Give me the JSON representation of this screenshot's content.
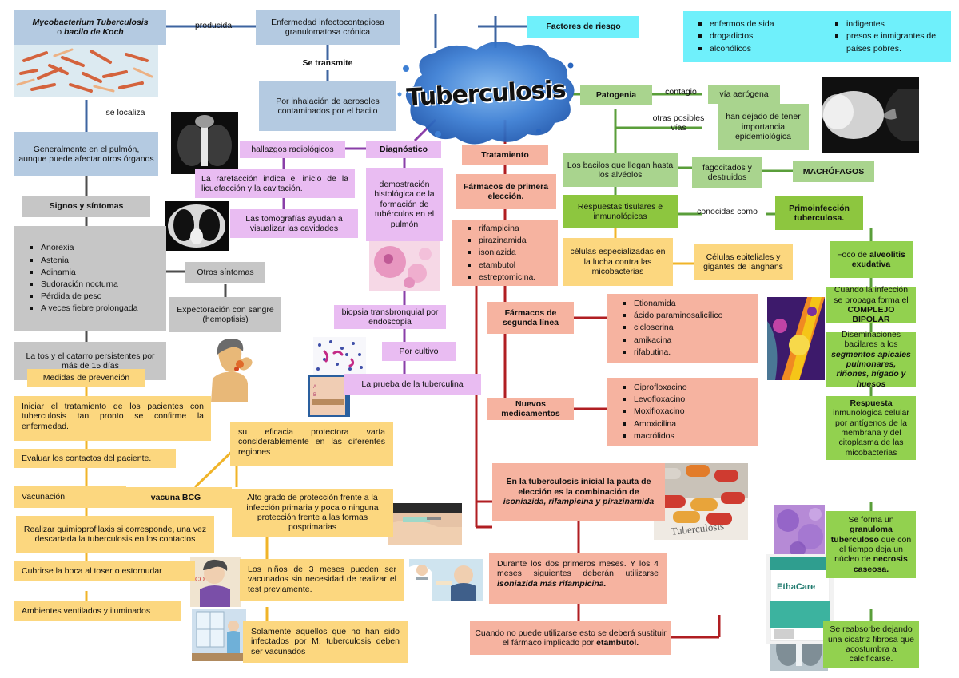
{
  "title": "Tuberculosis",
  "colors": {
    "blue": "#b4cae1",
    "cyan": "#6ff0fb",
    "gray": "#c6c6c6",
    "violet": "#e9bcf2",
    "salmon": "#f6b3a0",
    "green_light": "#a9d48e",
    "green_mid": "#8dc63f",
    "green_right": "#92d14f",
    "yellow": "#fcd77f",
    "connector_blue": "#3e64a0",
    "connector_green": "#5a9e3a",
    "connector_violet": "#8a3fa8",
    "connector_red": "#b01e22",
    "connector_yellow": "#f0b429",
    "connector_gray": "#4d4d4d"
  },
  "etiology": {
    "agent": "Mycobacterium Tuberculosis o bacilo de Koch",
    "agent_line1": "Mycobacterium Tuberculosis",
    "agent_line2": "o bacilo de Koch",
    "link_producida": "producida",
    "disease_line1": "Enfermedad infectocontagiosa",
    "disease_line2": "granulomatosa crónica",
    "link_transmite": "Se transmite",
    "transmission": "Por inhalación de aerosoles contaminados por el bacilo",
    "link_localiza": "se localiza",
    "location": "Generalmente en el pulmón, aunque puede afectar otros órganos"
  },
  "signs": {
    "header": "Signos y síntomas",
    "items": [
      "Anorexia",
      "Astenia",
      "Adinamia",
      "Sudoración nocturna",
      "Pérdida de peso",
      "A veces fiebre prolongada"
    ],
    "cough": "La tos y el catarro persistentes por más de 15 días",
    "others_header": "Otros síntomas",
    "others_item": "Expectoración con sangre (hemoptisis)"
  },
  "risk": {
    "header": "Factores de riesgo",
    "group1": [
      "enfermos de sida",
      "drogadictos",
      "alcohólicos"
    ],
    "group2": [
      "indigentes",
      "presos e inmigrantes de países pobres."
    ]
  },
  "diagnosis": {
    "header": "Diagnóstico",
    "radiology_label": "hallazgos radiológicos",
    "rarefaction": "La rarefacción indica el inicio de la licuefacción y la cavitación.",
    "tomography": "Las tomografías ayudan a visualizar las cavidades",
    "histology": "demostración histológica de la formación de tubérculos en el pulmón",
    "biopsy": "biopsia transbronquial por endoscopia",
    "culture": "Por cultivo",
    "tuberculin": "La prueba de la tuberculina"
  },
  "treatment": {
    "header": "Tratamiento",
    "first_line_header": "Fármacos de primera elección.",
    "first_line": [
      "rifampicina",
      "pirazinamida",
      "isoniazida",
      "etambutol",
      "estreptomicina."
    ],
    "second_line_header": "Fármacos de segunda línea",
    "second_line": [
      "Etionamida",
      "ácido paraminosalicílico",
      "cicloserina",
      "amikacina",
      "rifabutina."
    ],
    "new_drugs_header": "Nuevos medicamentos",
    "new_drugs": [
      "Ciprofloxacino",
      "Levofloxacino",
      "Moxifloxacino",
      "Amoxicilina",
      "macrólidos"
    ],
    "scheme1_a": "En la tuberculosis inicial la pauta de elección es la combinación de ",
    "scheme1_b": "isoniazida, rifampicina y pirazinamida",
    "scheme2_a": "Durante los dos primeros meses. Y los 4 meses siguientes deberán utilizarse ",
    "scheme2_b": "isoniazida más rifampicina.",
    "scheme3_a": "Cuando no puede utilizarse esto se deberá sustituir el fármaco implicado por ",
    "scheme3_b": "etambutol."
  },
  "pathogeny": {
    "header": "Patogenia",
    "link_contagio": "contagio",
    "airway": "vía aerógena",
    "link_other_ways": "otras posibles vías",
    "other_ways": "han dejado de tener importancia epidemiológica",
    "bacilli": "Los bacilos que llegan hasta los alvéolos",
    "link_phago": "fagocitados y destruidos",
    "macrophages": "MACRÓFAGOS",
    "responses": "Respuestas tisulares e inmunológicas",
    "link_known_as": "conocidas como",
    "primo": "Primoinfección tuberculosa.",
    "special_cells": "células especializadas en la lucha contra las micobacterias",
    "epithelial": "Células epiteliales y gigantes de langhans"
  },
  "evolution": {
    "focus_a": "Foco de ",
    "focus_b": "alveolitis exudativa",
    "bipolar_a": "Cuando la infección se propaga forma el ",
    "bipolar_b": "COMPLEJO BIPOLAR",
    "dissemination_a": "Diseminaciones bacilares a los ",
    "dissemination_b": "segmentos apicales pulmonares, riñones, hígado y huesos",
    "immune_a": "Respuesta",
    "immune_b": " inmunológica celular por antígenos de la membrana y del citoplasma de las micobacterias",
    "granuloma_a": "Se forma un ",
    "granuloma_b": "granuloma tuberculoso",
    "granuloma_c": " que con el tiempo deja un núcleo de ",
    "granuloma_d": "necrosis caseosa.",
    "reabsorb": "Se reabsorbe dejando una cicatriz fibrosa que acostumbra a calcificarse."
  },
  "prevention": {
    "header": "Medidas de prevención",
    "item1": "Iniciar el tratamiento de los pacientes con tuberculosis tan pronto se confirme la enfermedad.",
    "item2": "Evaluar los contactos del paciente.",
    "item3": "Vacunación",
    "item4": "Realizar quimioprofilaxis si corresponde, una vez descartada la tuberculosis en los contactos",
    "item5": "Cubrirse la boca al toser o estornudar",
    "item6": "Ambientes ventilados y iluminados",
    "bcg": "vacuna BCG",
    "bcg1": "su eficacia protectora varía considerablemente en las diferentes regiones",
    "bcg2": "Alto grado de protección frente a la infección primaria y poca o ninguna protección frente a las formas posprimarias",
    "bcg3": "Los niños de 3 meses pueden ser vacunados sin necesidad de realizar el test previamente.",
    "bcg4": "Solamente aquellos que no han sido infectados por M. tuberculosis deben ser vacunados"
  },
  "images": {
    "bacilli_micrograph": "bacilli-micrograph-image",
    "chest_xray_top": "chest-xray-image",
    "ct_scan": "ct-scan-image",
    "histology_pink": "histology-slide-image",
    "hemoptysis_person": "hemoptysis-illustration",
    "sputum_smear": "sputum-smear-image",
    "tuberculin_arm": "tuberculin-test-arm-image",
    "sneeze_photo": "sneeze-droplets-photo",
    "bacillus_colored": "colored-bacillus-micrograph",
    "granuloma_slide": "granuloma-histology-image",
    "lung_specimen": "lung-specimen-image",
    "chest_xray_bottom": "chest-xray-bottom-image",
    "pills_tuberculosis": "tuberculosis-pills-photo",
    "ethambutol_box": "ethambutol-medicine-box",
    "injection_arm": "injection-arm-photo",
    "child_vaccination": "child-vaccination-photo",
    "cough_cover": "cough-cover-illustration",
    "window_ventilation": "ventilation-illustration"
  }
}
